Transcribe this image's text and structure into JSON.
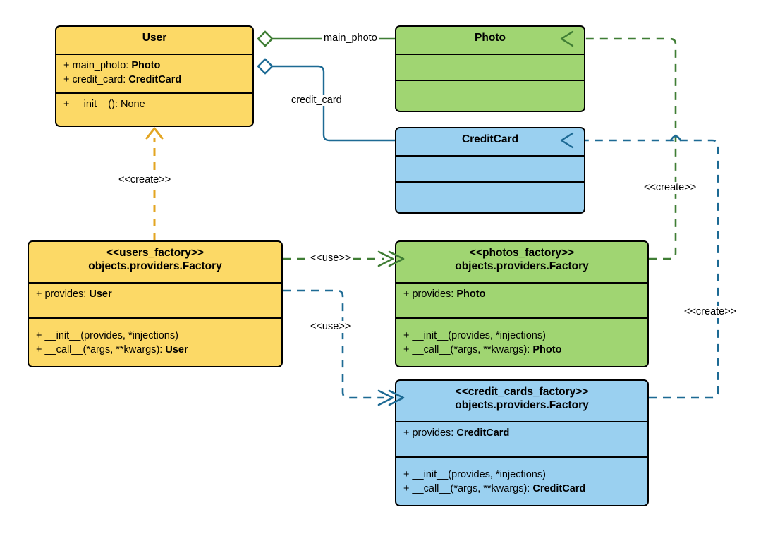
{
  "diagram": {
    "type": "uml-class-diagram",
    "title": "Dependency Injector factories UML class diagram",
    "colors": {
      "yellow_fill": "#fcd966",
      "green_fill": "#a0d572",
      "blue_fill": "#9ad0f0",
      "yellow_line": "#e3a521",
      "green_line": "#3f7d34",
      "blue_line": "#1d6a94",
      "border": "#000000",
      "background": "#ffffff"
    }
  },
  "classes": {
    "user": {
      "name": "User",
      "stereotype": "",
      "attributes": [
        {
          "text": "+ main_photo: ",
          "type": "Photo"
        },
        {
          "text": "+ credit_card: ",
          "type": "CreditCard"
        }
      ],
      "methods": [
        {
          "text": "+ __init__(): None",
          "type": ""
        }
      ]
    },
    "photo": {
      "name": "Photo",
      "stereotype": "",
      "attributes": [],
      "methods": []
    },
    "credit_card": {
      "name": "CreditCard",
      "stereotype": "",
      "attributes": [],
      "methods": []
    },
    "users_factory": {
      "name": "objects.providers.Factory",
      "stereotype": "<<users_factory>>",
      "attributes": [
        {
          "text": "+ provides: ",
          "type": "User"
        }
      ],
      "methods": [
        {
          "text": "+ __init__(provides, *injections)",
          "type": ""
        },
        {
          "text": "+ __call__(*args, **kwargs): ",
          "type": "User"
        }
      ]
    },
    "photos_factory": {
      "name": "objects.providers.Factory",
      "stereotype": "<<photos_factory>>",
      "attributes": [
        {
          "text": "+ provides: ",
          "type": "Photo"
        }
      ],
      "methods": [
        {
          "text": "+ __init__(provides, *injections)",
          "type": ""
        },
        {
          "text": "+ __call__(*args, **kwargs): ",
          "type": "Photo"
        }
      ]
    },
    "credit_cards_factory": {
      "name": "objects.providers.Factory",
      "stereotype": "<<credit_cards_factory>>",
      "attributes": [
        {
          "text": "+ provides: ",
          "type": "CreditCard"
        }
      ],
      "methods": [
        {
          "text": "+ __init__(provides, *injections)",
          "type": ""
        },
        {
          "text": "+ __call__(*args, **kwargs): ",
          "type": "CreditCard"
        }
      ]
    }
  },
  "edges": {
    "user_main_photo": {
      "label": "main_photo",
      "from": "User",
      "to": "Photo",
      "relation": "aggregation",
      "color": "#3f7d34"
    },
    "user_credit_card": {
      "label": "credit_card",
      "from": "User",
      "to": "CreditCard",
      "relation": "aggregation",
      "color": "#1d6a94"
    },
    "users_factory_create_user": {
      "label": "<<create>>",
      "from": "users_factory",
      "to": "User",
      "relation": "dependency",
      "color": "#e3a521"
    },
    "users_factory_use_photos_factory": {
      "label": "<<use>>",
      "from": "users_factory",
      "to": "photos_factory",
      "relation": "dependency",
      "color": "#3f7d34"
    },
    "users_factory_use_credit_cards_factory": {
      "label": "<<use>>",
      "from": "users_factory",
      "to": "credit_cards_factory",
      "relation": "dependency",
      "color": "#1d6a94"
    },
    "photos_factory_create_photo": {
      "label": "<<create>>",
      "from": "photos_factory",
      "to": "Photo",
      "relation": "dependency",
      "color": "#3f7d34"
    },
    "credit_cards_factory_create_credit_card": {
      "label": "<<create>>",
      "from": "credit_cards_factory",
      "to": "CreditCard",
      "relation": "dependency",
      "color": "#1d6a94"
    }
  }
}
